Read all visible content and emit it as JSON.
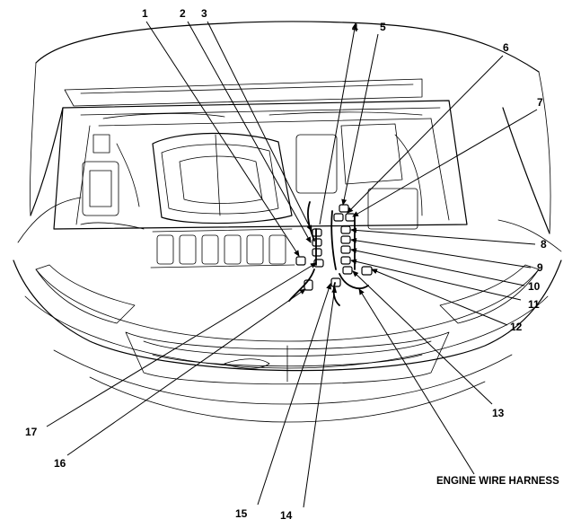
{
  "callouts": {
    "c1": "1",
    "c2": "2",
    "c3": "3",
    "c4": "4",
    "c5": "5",
    "c6": "6",
    "c7": "7",
    "c8": "8",
    "c9": "9",
    "c10": "10",
    "c11": "11",
    "c12": "12",
    "c13": "13",
    "c14": "14",
    "c15": "15",
    "c16": "16",
    "c17": "17"
  },
  "harness_label": "ENGINE WIRE HARNESS"
}
